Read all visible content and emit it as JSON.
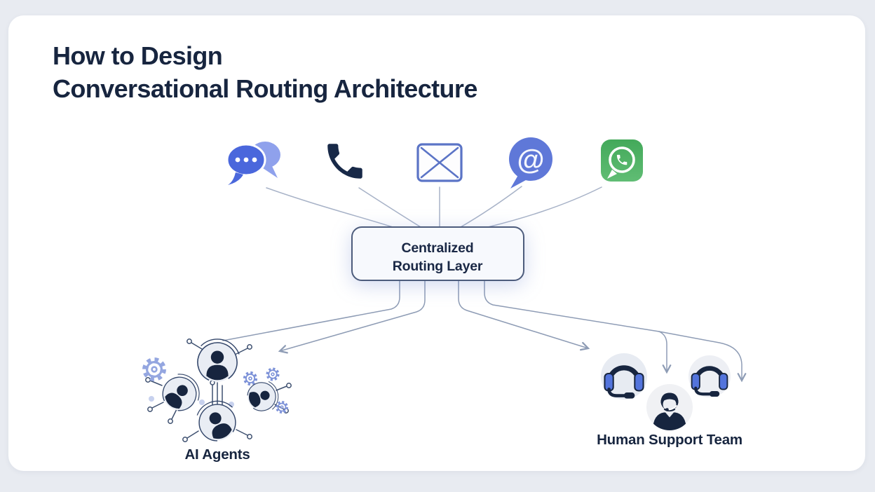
{
  "page": {
    "background": "#e8ebf1",
    "card_background": "#ffffff"
  },
  "title": {
    "line1": "How to Design",
    "line2": "Conversational Routing Architecture",
    "color": "#17253f"
  },
  "channels": [
    {
      "icon": "chat-bubbles-icon"
    },
    {
      "icon": "phone-icon"
    },
    {
      "icon": "email-envelope-icon"
    },
    {
      "icon": "at-mention-bubble-icon",
      "glyph": "@"
    },
    {
      "icon": "whatsapp-icon"
    }
  ],
  "router": {
    "line1": "Centralized",
    "line2": "Routing Layer"
  },
  "destinations": {
    "ai_agents_label": "AI Agents",
    "human_support_label": "Human Support Team"
  },
  "colors": {
    "chat_bubble_front": "#4a67dc",
    "chat_bubble_back": "#8fa1ec",
    "phone": "#182948",
    "envelope": "#5b74c6",
    "at_bubble": "#5f78d8",
    "whatsapp_green_top": "#43a95a",
    "whatsapp_green_bottom": "#60bd74",
    "router_border": "#4d5c7c",
    "router_fill": "#f7f9fd",
    "connector_line": "#a7b2c7",
    "arrow_line": "#8e9cb5",
    "navy": "#17253f",
    "gear_blue": "#7d92d8",
    "avatar_circle": "#e9edf4",
    "headset_blue": "#5374dc"
  }
}
